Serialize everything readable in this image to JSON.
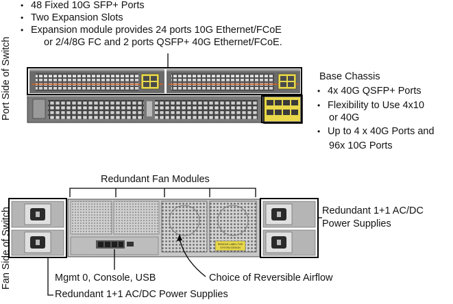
{
  "top_features": [
    "48 Fixed 10G SFP+ Ports",
    "Two Expansion Slots",
    "Expansion module provides 24 ports 10G Ethernet/FCoE",
    "or 2/4/8G FC and 2 ports QSFP+ 40G Ethernet/FCoE."
  ],
  "port_side_label": "Port Side of Switch",
  "fan_side_label": "Fan Side of Switch",
  "base_chassis": {
    "title": "Base Chassis",
    "items": [
      "4x 40G QSFP+ Ports",
      "Flexibility to Use 4x10",
      "or 40G",
      "Up to 4 x 40G Ports and",
      "96x 10G Ports"
    ]
  },
  "fan_labels": {
    "fan_modules": "Redundant Fan Modules",
    "power_right_line1": "Redundant 1+1 AC/DC",
    "power_right_line2": "Power Supplies",
    "mgmt": "Mgmt 0, Console, USB",
    "airflow": "Choice of Reversible Airflow",
    "power_bottom": "Redundant 1+1 AC/DC Power Supplies"
  },
  "device_stickers": {
    "airflow_sticker_line1": "REMOVE LABEL FOR",
    "airflow_sticker_line2": "SYSTEM DESIGN"
  },
  "colors": {
    "accent_yellow": "#e8d84a",
    "chassis_dark": "#3a3a3a",
    "chassis_mid": "#8a8a8a",
    "orange_strip": "#c8602a"
  }
}
